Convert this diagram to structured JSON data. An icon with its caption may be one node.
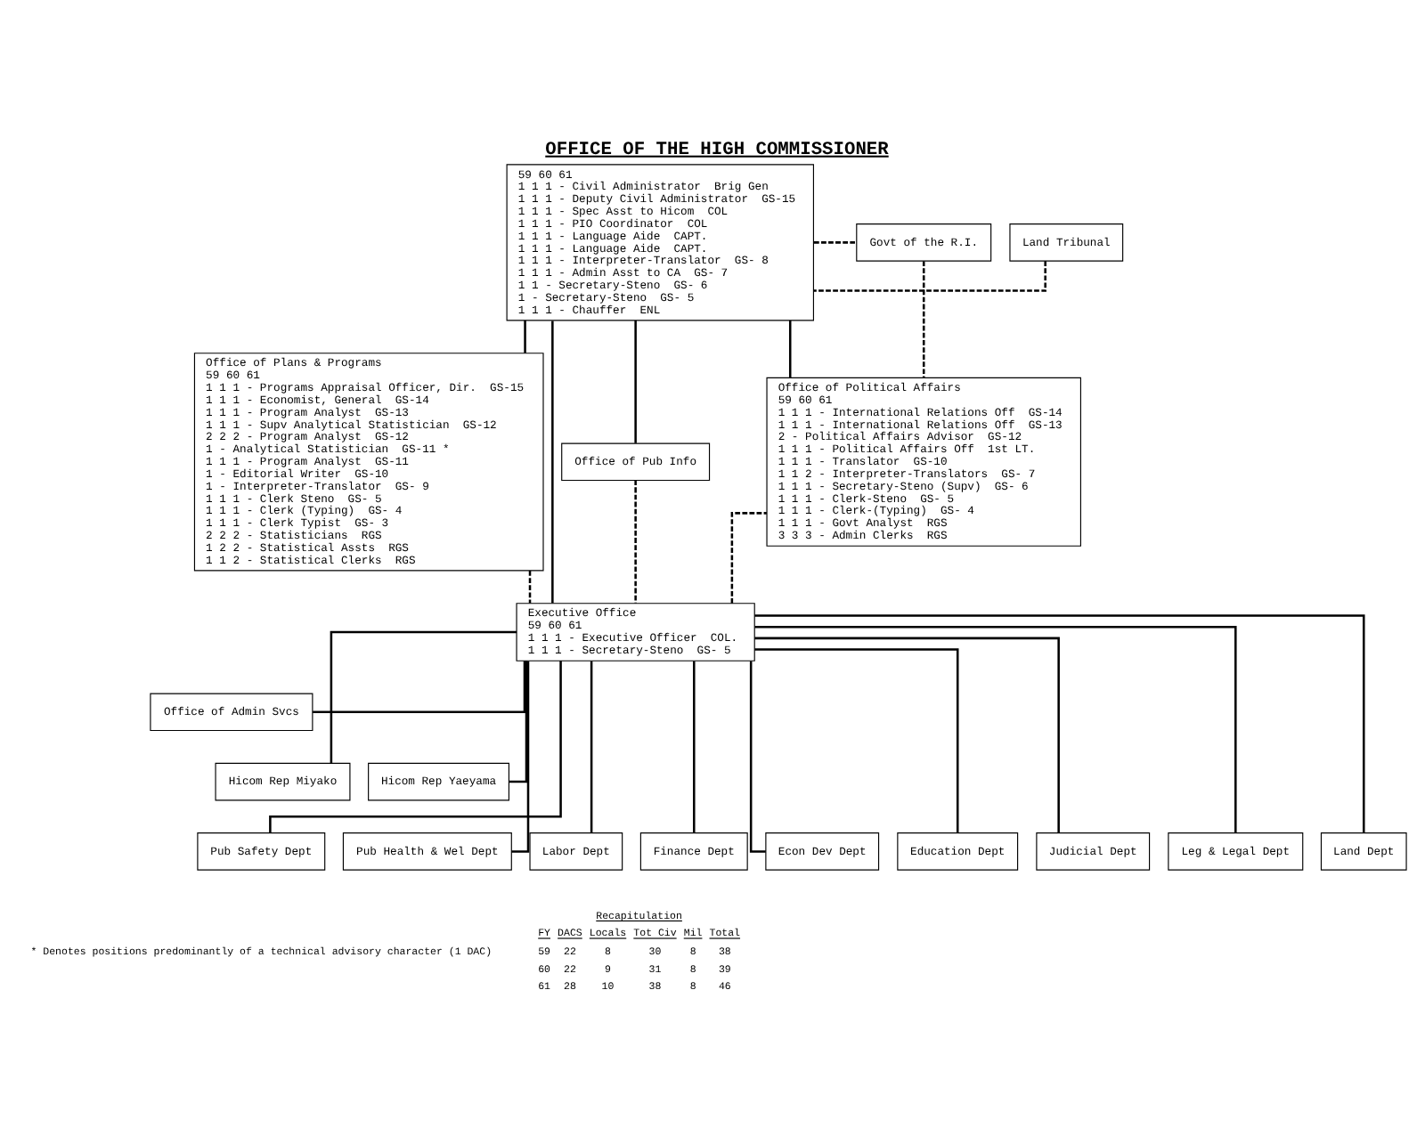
{
  "diagram": {
    "title": "OFFICE OF THE HIGH COMMISSIONER",
    "nodes": [
      {
        "text": [
          "59 60 61",
          "1 1 1 - Civil Administrator  Brig Gen",
          "1 1 1 - Deputy Civil Administrator  GS-15",
          "1 1 1 - Spec Asst to Hicom  COL",
          "1 1 1 - PIO Coordinator  COL",
          "1 1 1 - Language Aide  CAPT.",
          "1 1 1 - Language Aide  CAPT.",
          "1 1 1 - Interpreter-Translator  GS- 8",
          "1 1 1 - Admin Asst to CA  GS- 7",
          "1 1 - Secretary-Steno  GS- 6",
          "1 - Secretary-Steno  GS- 5",
          "1 1 1 - Chauffer  ENL"
        ]
      },
      {
        "text": [
          "Land Tribunal"
        ]
      },
      {
        "text": [
          "Govt of the R.I."
        ]
      },
      {
        "text": [
          "Office of Plans & Programs",
          "59 60 61",
          "1 1 1 - Programs Appraisal Officer, Dir.  GS-15",
          "1 1 1 - Economist, General  GS-14",
          "1 1 1 - Program Analyst  GS-13",
          "1 1 1 - Supv Analytical Statistician  GS-12",
          "2 2 2 - Program Analyst  GS-12",
          "1 - Analytical Statistician  GS-11 *",
          "1 1 1 - Program Analyst  GS-11",
          "1 - Editorial Writer  GS-10",
          "1 - Interpreter-Translator  GS- 9",
          "1 1 1 - Clerk Steno  GS- 5",
          "1 1 1 - Clerk (Typing)  GS- 4",
          "1 1 1 - Clerk Typist  GS- 3",
          "2 2 2 - Statisticians  RGS",
          "1 2 2 - Statistical Assts  RGS",
          "1 1 2 - Statistical Clerks  RGS"
        ]
      },
      {
        "text": [
          "Office of Pub Info"
        ]
      },
      {
        "text": [
          "Office of Political Affairs",
          "59 60 61",
          "1 1 1 - International Relations Off  GS-14",
          "1 1 1 - International Relations Off  GS-13",
          "2 - Political Affairs Advisor  GS-12",
          "1 1 1 - Political Affairs Off  1st LT.",
          "1 1 1 - Translator  GS-10",
          "1 1 2 - Interpreter-Translators  GS- 7",
          "1 1 1 - Secretary-Steno (Supv)  GS- 6",
          "1 1 1 - Clerk-Steno  GS- 5",
          "1 1 1 - Clerk-(Typing)  GS- 4",
          "1 1 1 - Govt Analyst  RGS",
          "3 3 3 - Admin Clerks  RGS"
        ]
      },
      {
        "text": [
          "Executive Office",
          "59 60 61",
          "1 1 1 - Executive Officer  COL.",
          "1 1 1 - Secretary-Steno  GS- 5"
        ]
      },
      {
        "text": [
          "Office of Admin Svcs"
        ]
      },
      {
        "text": [
          "Hicom Rep Miyako"
        ]
      },
      {
        "text": [
          "Hicom Rep Yaeyama"
        ]
      },
      {
        "text": [
          "Pub Safety Dept"
        ]
      },
      {
        "text": [
          "Pub Health & Wel Dept"
        ]
      },
      {
        "text": [
          "Labor Dept"
        ]
      },
      {
        "text": [
          "Finance Dept"
        ]
      },
      {
        "text": [
          "Econ Dev Dept"
        ]
      },
      {
        "text": [
          "Education Dept"
        ]
      },
      {
        "text": [
          "Judicial Dept"
        ]
      },
      {
        "text": [
          "Leg & Legal Dept"
        ]
      },
      {
        "text": [
          "Land Dept"
        ]
      }
    ],
    "edges": [
      {
        "from": 1,
        "to": 0,
        "arrow": "none",
        "style": "dashed"
      },
      {
        "from": 0,
        "to": 2,
        "arrow": "none",
        "style": "dashed"
      },
      {
        "from": 0,
        "to": 3,
        "arrow": "none"
      },
      {
        "from": 0,
        "to": 4,
        "arrow": "none"
      },
      {
        "from": 0,
        "to": 6,
        "arrow": "none"
      },
      {
        "from": 0,
        "to": 5,
        "arrow": "none"
      },
      {
        "from": 2,
        "to": 5,
        "arrow": "none",
        "style": "dashed"
      },
      {
        "from": 4,
        "to": 6,
        "arrow": "none",
        "style": "dashed"
      },
      {
        "from": 3,
        "to": 6,
        "arrow": "none",
        "style": "dashed"
      },
      {
        "from": 6,
        "to": 5,
        "arrow": "none",
        "style": "dashed"
      },
      {
        "from": 6,
        "to": 7,
        "arrow": "none"
      },
      {
        "from": 6,
        "to": 8,
        "arrow": "none"
      },
      {
        "from": 6,
        "to": 9,
        "arrow": "none"
      },
      {
        "from": 6,
        "to": 10,
        "arrow": "none"
      },
      {
        "from": 6,
        "to": 11,
        "arrow": "none"
      },
      {
        "from": 6,
        "to": 12,
        "arrow": "none"
      },
      {
        "from": 6,
        "to": 13,
        "arrow": "none"
      },
      {
        "from": 6,
        "to": 14,
        "arrow": "none"
      },
      {
        "from": 6,
        "to": 15,
        "arrow": "none"
      },
      {
        "from": 6,
        "to": 16,
        "arrow": "none"
      },
      {
        "from": 6,
        "to": 17,
        "arrow": "none"
      },
      {
        "from": 6,
        "to": 18,
        "arrow": "none"
      }
    ],
    "labels": [
      "* Denotes positions predominantly of a technical advisory character (1 DAC)",
      "Recapitulation",
      "FY",
      "DACS",
      "Locals",
      "Tot Civ",
      "Mil",
      "Total",
      "59",
      "22",
      "8",
      "30",
      "8",
      "38",
      "60",
      "22",
      "9",
      "31",
      "8",
      "39",
      "61",
      "28",
      "10",
      "38",
      "8",
      "46"
    ]
  }
}
